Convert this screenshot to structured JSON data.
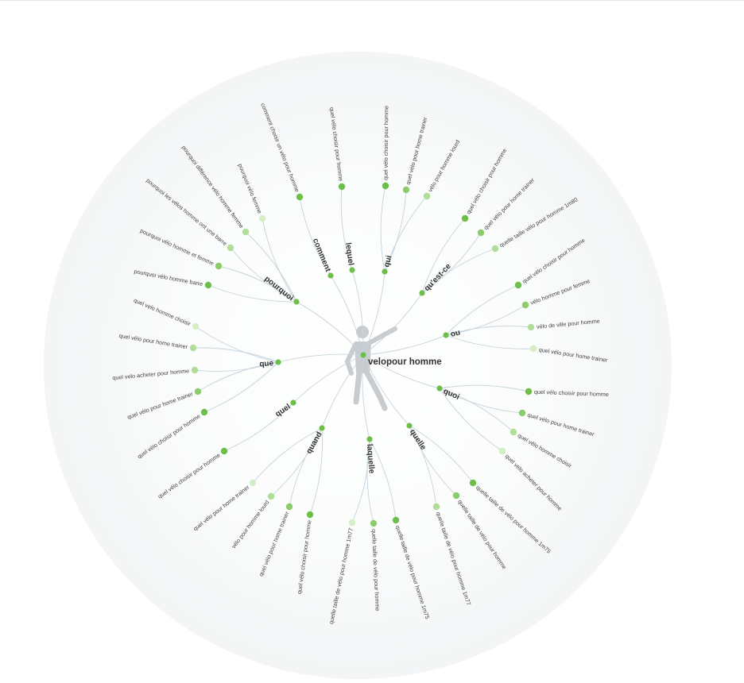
{
  "colors": {
    "background": "#ffffff",
    "halo": "#f4f6f7",
    "edge": "#c5d3dc",
    "node_level_1": "#6ebf4a",
    "node_level_2": "#8ccc6d",
    "node_level_3": "#b0dd97",
    "node_level_4": "#d4eec5",
    "label": "#333333",
    "figure": "#c9cccf"
  },
  "center": {
    "label": "velopour homme",
    "icon": "person-figure-icon"
  },
  "branches": [
    {
      "label": "comment",
      "leaves": [
        {
          "label": "comment choisir un vélo pour homme",
          "level": 1
        }
      ]
    },
    {
      "label": "lequel",
      "leaves": [
        {
          "label": "quel vélo choisir pour homme",
          "level": 1
        }
      ]
    },
    {
      "label": "qui",
      "leaves": [
        {
          "label": "quel vélo choisir pour homme",
          "level": 1
        },
        {
          "label": "quel vélo pour home trainer",
          "level": 2
        },
        {
          "label": "vélo pour homme lourd",
          "level": 3
        }
      ]
    },
    {
      "label": "qu'est-ce",
      "leaves": [
        {
          "label": "quel vélo choisir pour homme",
          "level": 1
        },
        {
          "label": "quel vélo pour home trainer",
          "level": 2
        },
        {
          "label": "quelle taille vélo pour homme 1m80",
          "level": 3
        }
      ]
    },
    {
      "label": "ou",
      "leaves": [
        {
          "label": "quel vélo choisir pour homme",
          "level": 1
        },
        {
          "label": "vélo homme pour femme",
          "level": 2
        },
        {
          "label": "vélo de ville pour homme",
          "level": 3
        },
        {
          "label": "quel vélo pour home trainer",
          "level": 4
        }
      ]
    },
    {
      "label": "quoi",
      "leaves": [
        {
          "label": "quel vélo choisir pour homme",
          "level": 1
        },
        {
          "label": "quel vélo pour home trainer",
          "level": 2
        },
        {
          "label": "quel vélo homme choisir",
          "level": 3
        },
        {
          "label": "quel velo acheter pour homme",
          "level": 4
        }
      ]
    },
    {
      "label": "quelle",
      "leaves": [
        {
          "label": "quelle taille de vélo pour homme 1m75",
          "level": 1
        },
        {
          "label": "quelle taille de vélo pour homme",
          "level": 2
        },
        {
          "label": "quelle taille de vélo pour homme 1m77",
          "level": 3
        }
      ]
    },
    {
      "label": "laquelle",
      "leaves": [
        {
          "label": "quelle taille de vélo pour homme 1m75",
          "level": 1
        },
        {
          "label": "quelle taille de vélo pour homme",
          "level": 2
        },
        {
          "label": "quelle taille de vélo pour homme 1m77",
          "level": 4
        }
      ]
    },
    {
      "label": "quand",
      "leaves": [
        {
          "label": "quel vélo choisir pour homme",
          "level": 1
        },
        {
          "label": "quel vélo pour home trainer",
          "level": 2
        },
        {
          "label": "vélo pour homme lourd",
          "level": 3
        },
        {
          "label": "quel vélo pour home trainer",
          "level": 4
        }
      ]
    },
    {
      "label": "quel",
      "leaves": [
        {
          "label": "quel vélo choisir pour homme",
          "level": 1
        }
      ]
    },
    {
      "label": "que",
      "leaves": [
        {
          "label": "quel vélo choisir pour homme",
          "level": 1
        },
        {
          "label": "quel vélo pour home trainer",
          "level": 2
        },
        {
          "label": "quel velo acheter pour homme",
          "level": 3
        },
        {
          "label": "quel vélo pour home trainer",
          "level": 3
        },
        {
          "label": "quel velo homme choisir",
          "level": 4
        }
      ]
    },
    {
      "label": "pourquoi",
      "leaves": [
        {
          "label": "pourquoi vélo homme barre",
          "level": 1
        },
        {
          "label": "pourquoi vélo homme et femme",
          "level": 2
        },
        {
          "label": "pourquoi les vélos homme ont une barre",
          "level": 3
        },
        {
          "label": "pourquoi différence vélo homme femme",
          "level": 3
        },
        {
          "label": "pourquoi vélo femme",
          "level": 4
        }
      ]
    }
  ]
}
